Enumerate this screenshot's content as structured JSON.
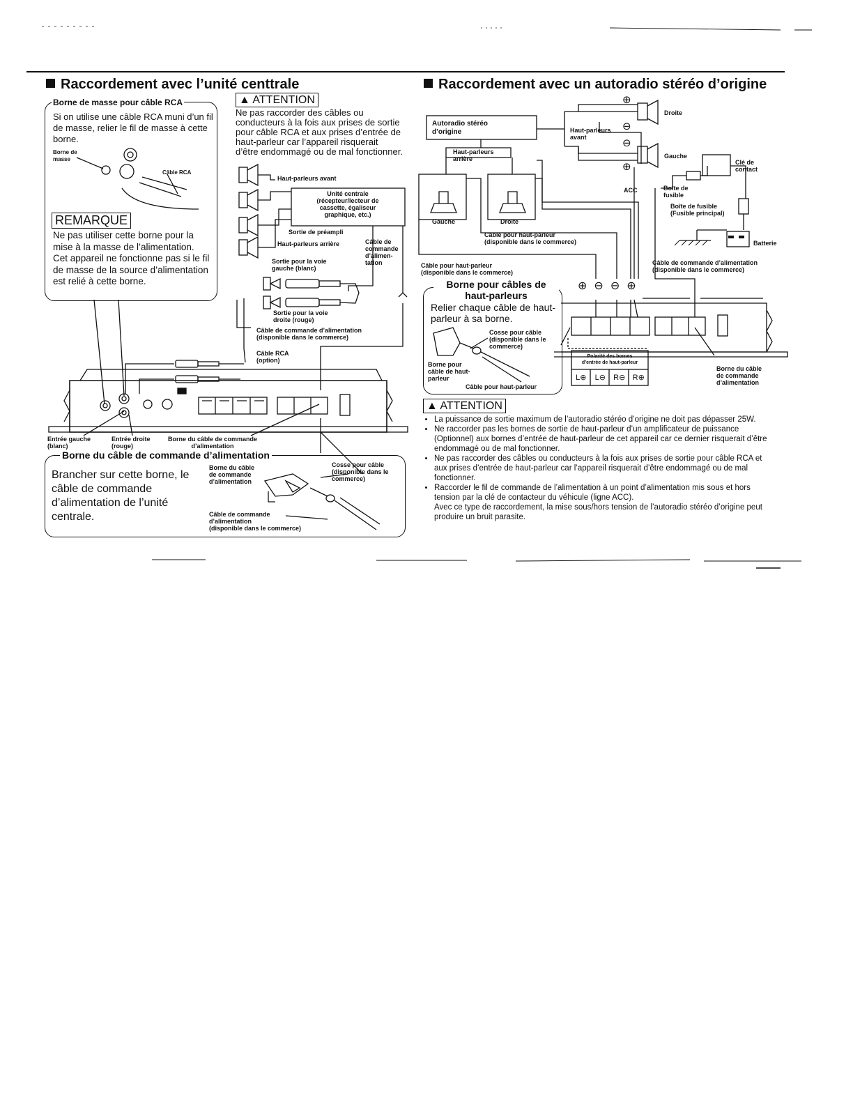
{
  "left": {
    "title": "Raccordement avec l’unité centtrale",
    "ground_callout": {
      "heading": "Borne de masse pour câble RCA",
      "text": "Si on utilise une câble RCA muni d’un fil de masse, relier le fil de masse à cette borne.",
      "borne_label": "Borne de\nmasse",
      "cable_label": "Câble RCA"
    },
    "remarque": {
      "label": "REMARQUE",
      "text": "Ne pas utiliser cette borne pour la mise à la masse de l’alimentation. Cet appareil ne fonctionne pas si le fil de masse de la source d’alimentation est relié à cette borne."
    },
    "attention": {
      "label": "ATTENTION",
      "text": "Ne pas raccorder des câbles ou conducteurs à la fois aux prises de sortie pour câble RCA et aux prises d’entrée de haut-parleur car l’appareil risquerait d’être endommagé ou de mal fonctionner."
    },
    "labels": {
      "haut_parleurs_avant": "Haut-parleurs avant",
      "unite_centrale": "Unité centrale\n(récepteur/lecteur de\ncassette, égaliseur\ngraphique, etc.)",
      "sortie_preampli": "Sortie de préampli",
      "haut_parleurs_arriere": "Haut-parleurs arrière",
      "cable_commande": "Câble de\ncommande\nd’alimen-\ntation",
      "sortie_gauche": "Sortie pour la voie\ngauche (blanc)",
      "sortie_droite": "Sortie pour la voie\ndroite (rouge)",
      "cable_commande_alim": "Câble de commande d’alimentation\n(disponible dans le commerce)",
      "cable_rca_option": "Câble RCA\n(option)",
      "entree_gauche": "Entrée gauche\n(blanc)",
      "entree_droite": "Entrée droite\n(rouge)",
      "borne_cable_commande": "Borne du câble de commande\nd’alimentation"
    },
    "power_callout": {
      "heading": "Borne du câble de commande d’alimentation",
      "text": "Brancher sur cette borne, le câble de commande d’alimentation de l’unité centrale.",
      "borne_label": "Borne du câble\nde commande\nd’alimentation",
      "cosse_label": "Cosse pour câble\n(disponible dans le\ncommerce)",
      "cable_label": "Câble de commande\nd’alimentation\n(disponible dans le commerce)"
    }
  },
  "right": {
    "title": "Raccordement avec un autoradio stéréo d’origine",
    "labels": {
      "autoradio": "Autoradio stéréo\nd’origine",
      "hp_avant": "Haut-parleurs\navant",
      "hp_arriere": "Haut-parleurs\narrière",
      "droite_top": "Droite",
      "gauche_top": "Gauche",
      "cle_contact": "Clé de\ncontact",
      "acc": "ACC",
      "boite_fusible": "Boîte de\nfusible",
      "boite_fusible_principal": "Boîte de fusible\n(Fusible principal)",
      "batterie": "Batterie",
      "gauche": "Gauche",
      "droite": "Droite",
      "cable_hp_1": "Câble pour haut-parleur\n(disponible dans le commerce)",
      "cable_hp_2": "Câble pour haut-parleur\n(disponible dans le commerce)",
      "cable_commande_alim": "Câble de commande d’alimentation\n(disponible dans le commerce)",
      "polarite": "Polarité des bornes\nd’entrée de haut-parleur",
      "borne_commande": "Borne du câble\nde commande\nd’alimentation"
    },
    "polarity_cells": [
      "L⊕",
      "L⊖",
      "R⊖",
      "R⊕"
    ],
    "speaker_callout": {
      "heading": "Borne pour câbles de\nhaut-parleurs",
      "text": "Relier chaque câble de haut-parleur à sa borne.",
      "cosse_label": "Cosse pour câble\n(disponible dans le\ncommerce)",
      "borne_label": "Borne pour\ncâble de haut-\nparleur",
      "cable_label": "Câble pour haut-parleur"
    },
    "attention": {
      "label": "ATTENTION",
      "bullets": [
        "La puissance de sortie maximum de l’autoradio stéréo d’origine ne doit pas dépasser 25W.",
        "Ne raccorder pas les bornes de sortie de haut-parleur d’un amplificateur de puissance (Optionnel) aux bornes d’entrée de haut-parleur de cet appareil car ce dernier risquerait d’être endommagé ou de mal fonctionner.",
        "Ne pas raccorder des câbles ou conducteurs à la fois aux prises de sortie pour câble RCA et aux prises d’entrée de haut-parleur car l’appareil risquerait d’être endommagé ou de mal fonctionner.",
        "Raccorder le fil de commande de l’alimentation à un point d’alimentation mis sous et hors tension par la clé de contacteur du véhicule (ligne ACC).\nAvec ce type de raccordement, la mise sous/hors tension de l’autoradio stéréo d’origine peut produire un bruit parasite."
      ]
    }
  }
}
